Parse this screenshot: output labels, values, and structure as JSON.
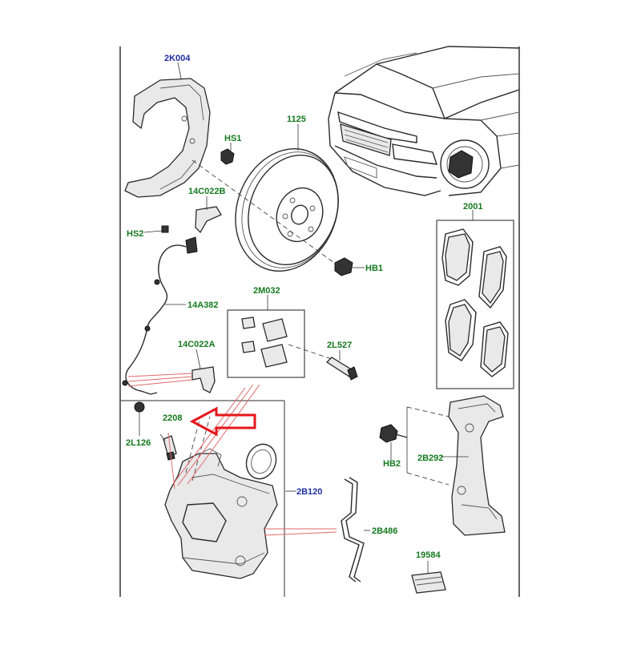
{
  "colors": {
    "label_blue": "#1f2fa3",
    "label_green": "#157a1e",
    "arrow_red": "#e4161b",
    "frame": "#555555"
  },
  "labels": {
    "l2K004": "2K004",
    "lHS1": "HS1",
    "l1125": "1125",
    "l14C022B": "14C022B",
    "lHS2": "HS2",
    "lHB1": "HB1",
    "l2001": "2001",
    "l2M032": "2M032",
    "l14A382": "14A382",
    "l2L527": "2L527",
    "l14C022A": "14C022A",
    "l2208": "2208",
    "l2L126": "2L126",
    "lHB2": "HB2",
    "l2B292": "2B292",
    "l2B120": "2B120",
    "l2B486": "2B486",
    "l19584": "19584"
  },
  "highlight": {
    "arrow_points_to": "2208",
    "arrow_icon": "red-outline-arrow-icon"
  },
  "icons": [
    "vehicle-front-icon",
    "dust-shield-icon",
    "brake-disc-icon",
    "brake-pads-icon",
    "caliper-carrier-icon",
    "brake-caliper-icon",
    "wear-sensor-cable-icon"
  ]
}
